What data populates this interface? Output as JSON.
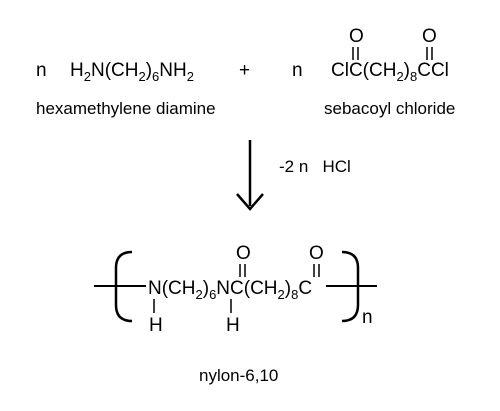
{
  "reactants": {
    "coef1": "n",
    "diamine": {
      "H2N": "H",
      "H2N_sub": "2",
      "N_CH2": "N(CH",
      "CH2_sub": "2",
      "close": ")",
      "n6": "6",
      "NH": "NH",
      "NH_sub": "2"
    },
    "plus": "+",
    "coef2": "n",
    "chloride": {
      "O1": "O",
      "ClC": "ClC(CH",
      "CH2_sub": "2",
      "close": ")",
      "n8": "8",
      "CCl": "CCl",
      "O2": "O"
    },
    "label1": "hexamethylene diamine",
    "label2": "sebacoyl chloride"
  },
  "arrow": {
    "byproduct": "-2 n   HCl"
  },
  "product": {
    "N1": "N(CH",
    "sub2a": "2",
    "close1": ")",
    "n6": "6",
    "NC": "NC(CH",
    "sub2b": "2",
    "close2": ")",
    "n8": "8",
    "C": "C",
    "O1": "O",
    "O2": "O",
    "H1": "H",
    "H2": "H",
    "repeat": "n",
    "name": "nylon-6,10"
  }
}
